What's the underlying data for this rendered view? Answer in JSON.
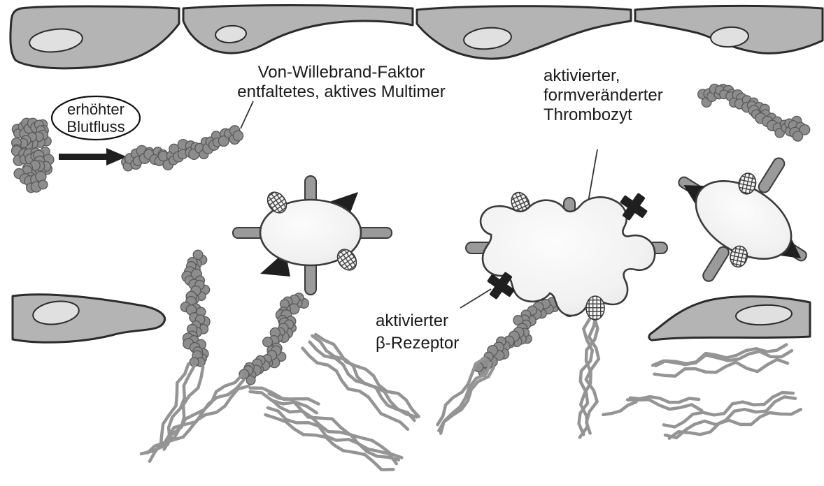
{
  "colors": {
    "bg": "#ffffff",
    "cell": "#b4b4b4",
    "nucleus": "#e0e0e0",
    "outline": "#2b2b2b",
    "dot": "#8d8d8d",
    "dot-stroke": "#5a5a5a",
    "fiber": "#949494",
    "rod": "#9a9a9a",
    "platelet-outline": "#3a3a3a",
    "mark": "#1f1f1f",
    "text": "#1a1a1a"
  },
  "diagram": {
    "labels": {
      "blood_flow": {
        "line1": "erhöhter",
        "line2": "Blutfluss"
      },
      "vwf_multimer": {
        "line1": "Von-Willebrand-Faktor",
        "line2": "entfaltetes, aktives Multimer"
      },
      "activated_platelet": {
        "line1": "aktivierter,",
        "line2": "formveränderter",
        "line3": "Thrombozyt"
      },
      "beta_receptor": {
        "line1": "aktivierter",
        "line2": "β-Rezeptor"
      }
    }
  }
}
